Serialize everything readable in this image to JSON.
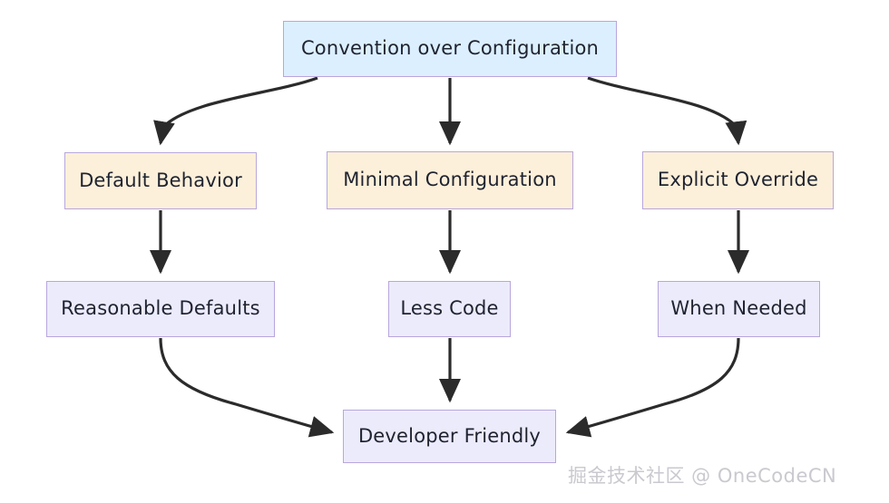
{
  "diagram": {
    "type": "flowchart",
    "direction": "top-to-bottom",
    "background_color": "#ffffff",
    "edge_color": "#2b2b2b",
    "nodes": [
      {
        "id": "root",
        "label": "Convention over Configuration",
        "fill": "#dcefff",
        "border": "#b8a6dd",
        "row": 1
      },
      {
        "id": "default",
        "label": "Default Behavior",
        "fill": "#fdf0da",
        "border": "#b8a6dd",
        "row": 2
      },
      {
        "id": "minimal",
        "label": "Minimal Configuration",
        "fill": "#fdf0da",
        "border": "#b8a6dd",
        "row": 2
      },
      {
        "id": "explicit",
        "label": "Explicit Override",
        "fill": "#fdf0da",
        "border": "#b8a6dd",
        "row": 2
      },
      {
        "id": "reason",
        "label": "Reasonable Defaults",
        "fill": "#ecebfc",
        "border": "#b8a6dd",
        "row": 3
      },
      {
        "id": "less",
        "label": "Less Code",
        "fill": "#ecebfc",
        "border": "#b8a6dd",
        "row": 3
      },
      {
        "id": "when",
        "label": "When Needed",
        "fill": "#ecebfc",
        "border": "#b8a6dd",
        "row": 3
      },
      {
        "id": "dev",
        "label": "Developer Friendly",
        "fill": "#ecebfc",
        "border": "#b8a6dd",
        "row": 4
      }
    ],
    "edges": [
      {
        "from": "root",
        "to": "default",
        "style": "curved",
        "arrow": "down"
      },
      {
        "from": "root",
        "to": "minimal",
        "style": "straight",
        "arrow": "down"
      },
      {
        "from": "root",
        "to": "explicit",
        "style": "curved",
        "arrow": "down"
      },
      {
        "from": "default",
        "to": "reason",
        "style": "straight",
        "arrow": "down"
      },
      {
        "from": "minimal",
        "to": "less",
        "style": "straight",
        "arrow": "down"
      },
      {
        "from": "explicit",
        "to": "when",
        "style": "straight",
        "arrow": "down"
      },
      {
        "from": "reason",
        "to": "dev",
        "style": "curved",
        "arrow": "right"
      },
      {
        "from": "less",
        "to": "dev",
        "style": "straight",
        "arrow": "down"
      },
      {
        "from": "when",
        "to": "dev",
        "style": "curved",
        "arrow": "left"
      }
    ]
  },
  "watermark": {
    "text": "掘金技术社区 @ OneCodeCN",
    "color": "#c9c9cf"
  }
}
